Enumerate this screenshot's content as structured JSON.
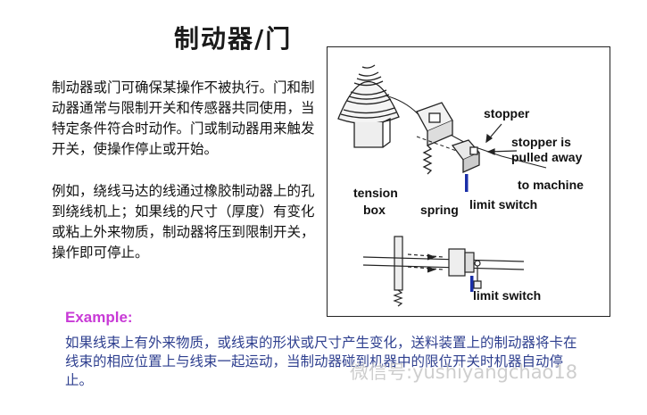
{
  "title": "制动器/门",
  "paragraphs": [
    "门和制动器通常与限制开关和传感器共同使用，当特定条件符合时动作。门或制动器用来触发开关，使操作停止或开始。",
    "例如，绕线马达的线通过橡胶制动器上的孔到绕线机上；如果线的尺寸（厚度）有变化或粘上外来物质，制动器将压到限制开关，操作即可停止。"
  ],
  "paragraph_lead": "制动器或门可确保某操作不被执行。",
  "figure": {
    "labels": {
      "stopper": "stopper",
      "stopper_pulled": "stopper is",
      "pulled_away": "pulled away",
      "to_machine": "to machine",
      "tension": "tension",
      "box": "box",
      "spring": "spring",
      "limit_switch_top": "limit switch",
      "limit_switch_bottom": "limit switch"
    }
  },
  "example": {
    "label": "Example:",
    "text": "如果线束上有外来物质，或线束的形状或尺寸产生变化，送料装置上的制动器将卡在线束的相应位置上与线束一起运动，当制动器碰到机器中的限位开关时机器自动停止。"
  },
  "watermark": "微信号:yushiyangchao18"
}
